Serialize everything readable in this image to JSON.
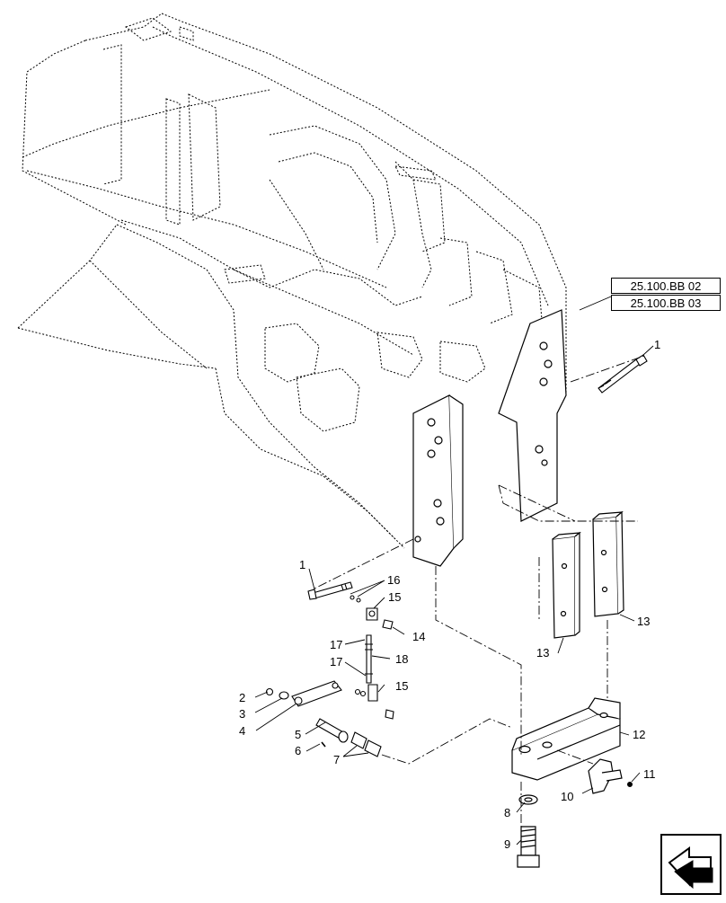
{
  "references": [
    "25.100.BB 02",
    "25.100.BB 03"
  ],
  "callouts": [
    {
      "id": "c1a",
      "text": "1"
    },
    {
      "id": "c1b",
      "text": "1"
    },
    {
      "id": "c2",
      "text": "2"
    },
    {
      "id": "c3",
      "text": "3"
    },
    {
      "id": "c4",
      "text": "4"
    },
    {
      "id": "c5",
      "text": "5"
    },
    {
      "id": "c6",
      "text": "6"
    },
    {
      "id": "c7",
      "text": "7"
    },
    {
      "id": "c8",
      "text": "8"
    },
    {
      "id": "c9",
      "text": "9"
    },
    {
      "id": "c10",
      "text": "10"
    },
    {
      "id": "c11",
      "text": "11"
    },
    {
      "id": "c12",
      "text": "12"
    },
    {
      "id": "c13a",
      "text": "13"
    },
    {
      "id": "c13b",
      "text": "13"
    },
    {
      "id": "c14",
      "text": "14"
    },
    {
      "id": "c15a",
      "text": "15"
    },
    {
      "id": "c15b",
      "text": "15"
    },
    {
      "id": "c16",
      "text": "16"
    },
    {
      "id": "c17a",
      "text": "17"
    },
    {
      "id": "c17b",
      "text": "17"
    },
    {
      "id": "c18",
      "text": "18"
    }
  ],
  "nav_icon": "next-page-arrow-icon"
}
